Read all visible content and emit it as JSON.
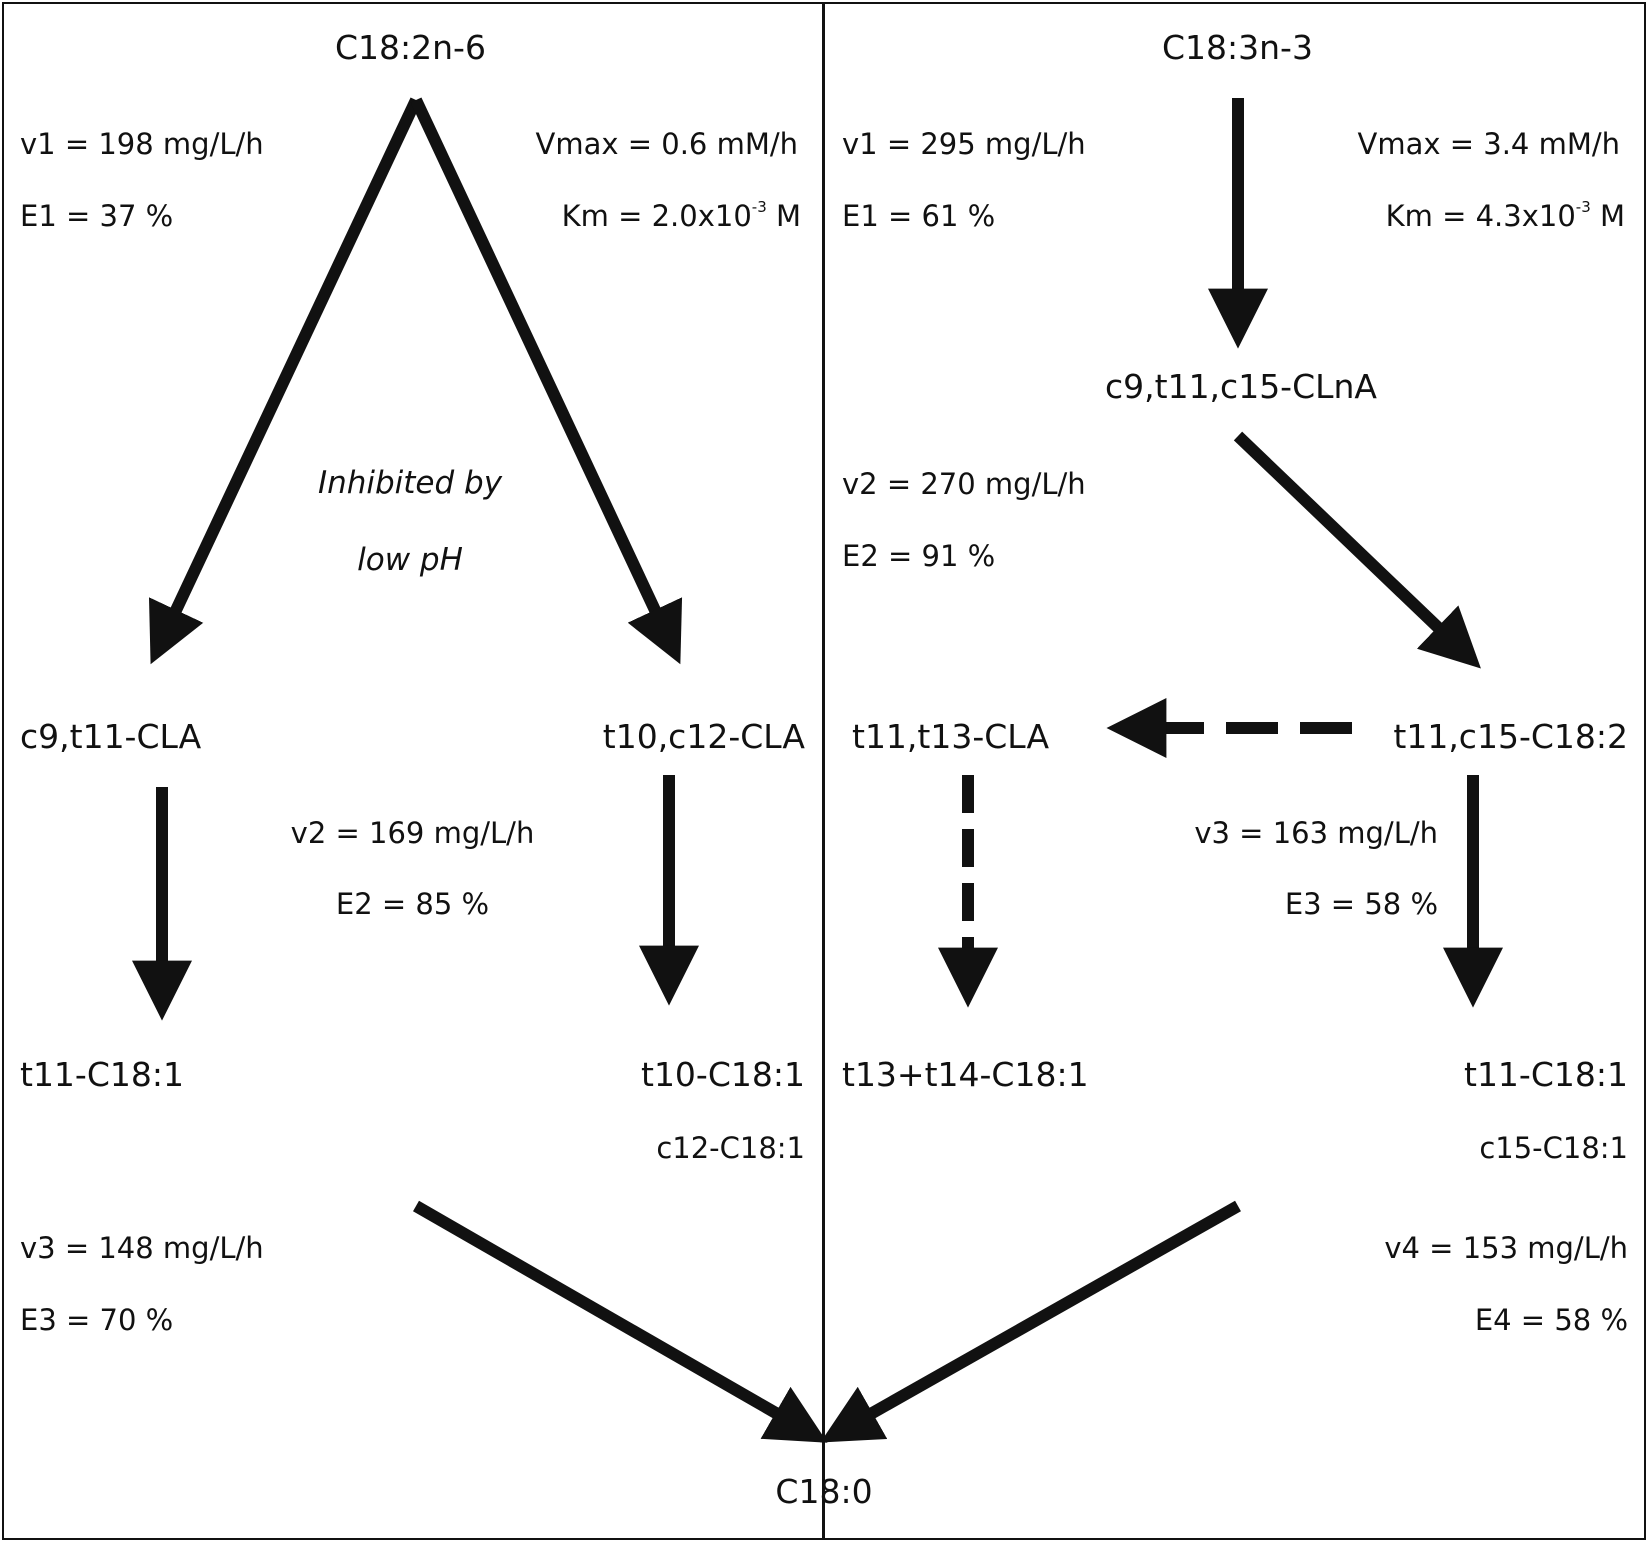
{
  "left_panel": {
    "substrate": "C18:2n-6",
    "v1": "v1 = 198 mg/L/h",
    "e1": "E1 = 37 %",
    "vmax": "Vmax = 0.6 mM/h",
    "km_prefix": "Km = 2.0x10",
    "km_exp": "-3",
    "km_unit": " M",
    "inhibited_line1": "Inhibited by",
    "inhibited_line2": "low pH",
    "product_left": "c9,t11-CLA",
    "product_right": "t10,c12-CLA",
    "v2": "v2 = 169 mg/L/h",
    "e2": "E2 = 85 %",
    "t11_c18_1": "t11-C18:1",
    "t10_c18_1": "t10-C18:1",
    "c12_c18_1": "c12-C18:1",
    "v3": "v3 = 148  mg/L/h",
    "e3": "E3 = 70 %"
  },
  "right_panel": {
    "substrate": "C18:3n-3",
    "v1": "v1 = 295 mg/L/h",
    "e1": "E1 = 61 %",
    "vmax": "Vmax = 3.4 mM/h",
    "km_prefix": "Km = 4.3x10",
    "km_exp": "-3",
    "km_unit": " M",
    "clna": "c9,t11,c15-CLnA",
    "v2": "v2 = 270 mg/L/h",
    "e2": "E2 = 91 %",
    "t11_t13_cla": "t11,t13-CLA",
    "t11_c15_c18_2": "t11,c15-C18:2",
    "v3": "v3 = 163 mg/L/h",
    "e3": "E3 = 58 %",
    "t13_t14_c18_1": "t13+t14-C18:1",
    "t11_c18_1": "t11-C18:1",
    "c15_c18_1": "c15-C18:1",
    "v4": "v4 = 153 mg/L/h",
    "e4": "E4 = 58 %"
  },
  "final_product": "C18:0",
  "colors": {
    "ink": "#111111",
    "background": "#ffffff"
  }
}
